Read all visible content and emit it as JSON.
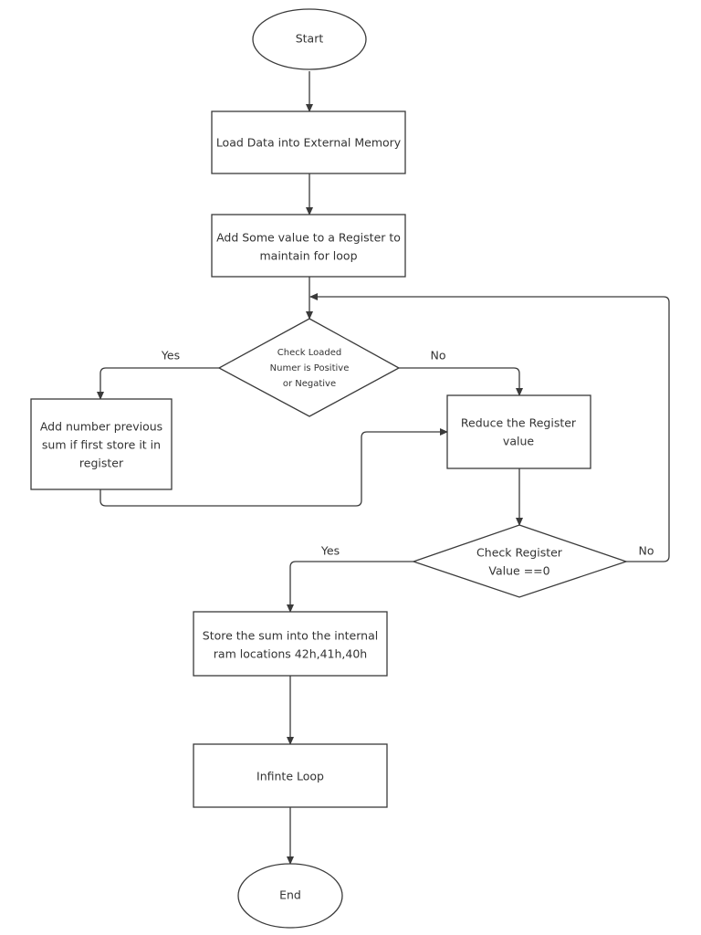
{
  "diagram": {
    "nodes": {
      "start": {
        "shape": "ellipse",
        "lines": [
          "Start"
        ]
      },
      "load_data": {
        "shape": "process",
        "lines": [
          "Load Data into External Memory"
        ]
      },
      "add_value": {
        "shape": "process",
        "lines": [
          "Add Some value to a Register to",
          "maintain for loop"
        ]
      },
      "check_sign": {
        "shape": "decision",
        "lines": [
          "Check Loaded",
          "Numer is Positive",
          "or Negative"
        ]
      },
      "add_number": {
        "shape": "process",
        "lines": [
          "Add number previous",
          "sum if first store it in",
          "register"
        ]
      },
      "reduce_register": {
        "shape": "process",
        "lines": [
          "Reduce the Register",
          "value"
        ]
      },
      "check_register": {
        "shape": "decision",
        "lines": [
          "Check Register",
          "Value ==0"
        ]
      },
      "store_sum": {
        "shape": "process",
        "lines": [
          "Store the sum into the internal",
          "ram locations 42h,41h,40h"
        ]
      },
      "infinite_loop": {
        "shape": "process",
        "lines": [
          "Infinte Loop"
        ]
      },
      "end": {
        "shape": "ellipse",
        "lines": [
          "End"
        ]
      }
    },
    "edge_labels": {
      "sign_yes": "Yes",
      "sign_no": "No",
      "register_yes": "Yes",
      "register_no": "No"
    }
  }
}
